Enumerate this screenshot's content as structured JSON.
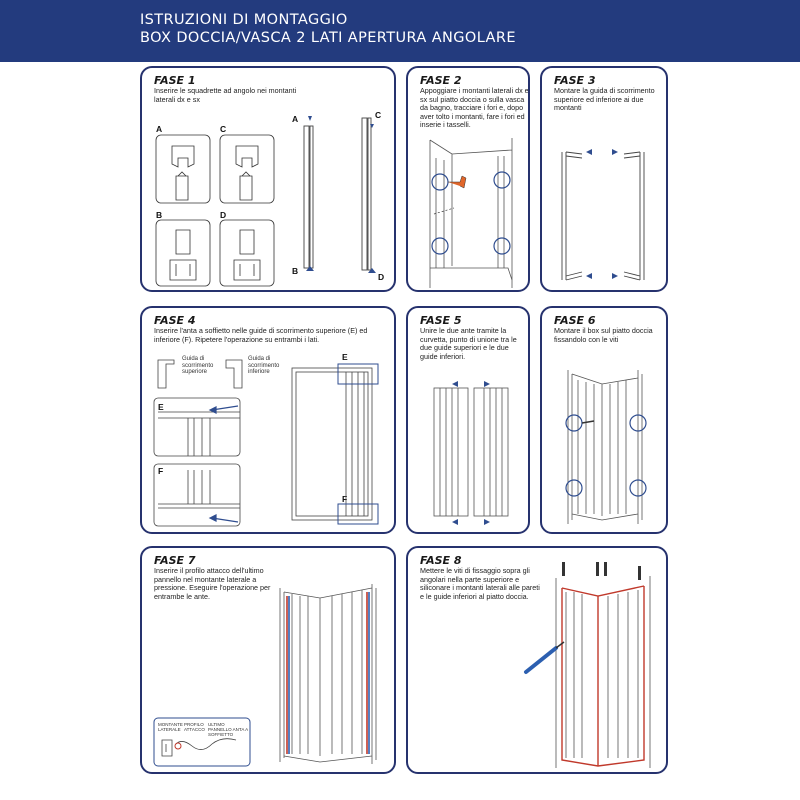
{
  "header": {
    "line1": "ISTRUZIONI DI MONTAGGIO",
    "line2": "BOX DOCCIA/VASCA 2 LATI APERTURA ANGOLARE"
  },
  "fase1": {
    "title": "FASE 1",
    "text": "Inserire le squadrette ad angolo nei montanti laterali dx e sx",
    "labels": [
      "A",
      "B",
      "C",
      "D"
    ]
  },
  "fase2": {
    "title": "FASE 2",
    "text": "Appoggiare i montanti laterali dx e sx sul piatto doccia o sulla vasca da bagno, tracciare i fori e, dopo aver tolto i montanti, fare i fori ed inserie i tasselli."
  },
  "fase3": {
    "title": "FASE 3",
    "text": "Montare la guida di scorrimento superiore ed inferiore ai due montanti"
  },
  "fase4": {
    "title": "FASE 4",
    "text": "Inserire l'anta a soffietto nelle guide di scorrimento superiore (E) ed inferiore (F). Ripetere l'operazione su entrambi i lati.",
    "guide_sup": "Guida di scorrimento superiore",
    "guide_inf": "Guida di scorrimento inferiore",
    "labels": [
      "E",
      "F"
    ]
  },
  "fase5": {
    "title": "FASE 5",
    "text": "Unire le due ante tramite la curvetta, punto di unione tra le due guide superiori e le due guide inferiori."
  },
  "fase6": {
    "title": "FASE 6",
    "text": "Montare il box sul piatto doccia fissandolo con le viti"
  },
  "fase7": {
    "title": "FASE 7",
    "text": "Inserire il profilo attacco dell'ultimo pannello nel montante laterale a pressione. Eseguire l'operazione per entrambe le ante.",
    "detail_labels": {
      "montante": "MONTANTE LATERALE",
      "profilo": "PROFILO ATTACCO",
      "pannello": "ULTIMO PANNELLO ANTA A SOFFIETTO"
    }
  },
  "fase8": {
    "title": "FASE 8",
    "text": "Mettere le viti di fissaggio sopra gli angolari nella parte superiore e siliconare i montanti laterali alle pareti e le guide inferiori al piatto doccia."
  },
  "colors": {
    "header_bg": "#233b7e",
    "panel_border": "#26326e",
    "arrow": "#2f4d8f",
    "accent_red": "#c0392b",
    "accent_blue": "#2c5fb0"
  }
}
